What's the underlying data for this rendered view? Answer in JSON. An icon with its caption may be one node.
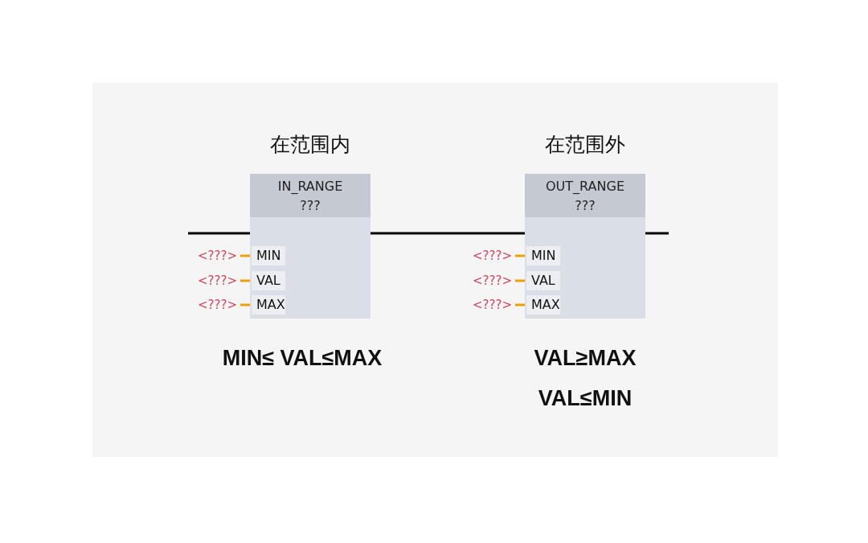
{
  "diagram": {
    "nodes": [
      {
        "text": [
          "在范围内",
          "IN_RANGE",
          "???"
        ],
        "beside": [
          "MIN≤ VAL≤MAX"
        ]
      },
      {
        "text": [
          "MIN"
        ],
        "in": 0
      },
      {
        "text": [
          "VAL"
        ],
        "in": 0
      },
      {
        "text": [
          "MAX"
        ],
        "in": 0
      },
      {
        "text": [
          "<???>"
        ]
      },
      {
        "text": [
          "<???>"
        ]
      },
      {
        "text": [
          "<???>"
        ]
      },
      {
        "text": [
          "在范围外",
          "OUT_RANGE",
          "???"
        ],
        "beside": [
          "VAL≥MAX",
          "VAL≤MIN"
        ]
      },
      {
        "text": [
          "MIN"
        ],
        "in": 7
      },
      {
        "text": [
          "VAL"
        ],
        "in": 7
      },
      {
        "text": [
          "MAX"
        ],
        "in": 7
      },
      {
        "text": [
          "<???>"
        ]
      },
      {
        "text": [
          "<???>"
        ]
      },
      {
        "text": [
          "<???>"
        ]
      }
    ],
    "edges": [
      {
        "from": null,
        "to": 0,
        "arrow": "none",
        "color": "#000000"
      },
      {
        "from": 0,
        "to": 7,
        "arrow": "none",
        "color": "#000000"
      },
      {
        "from": 7,
        "to": null,
        "arrow": "none",
        "color": "#000000"
      },
      {
        "from": 4,
        "to": 1,
        "arrow": "none"
      },
      {
        "from": 5,
        "to": 2,
        "arrow": "none"
      },
      {
        "from": 6,
        "to": 3,
        "arrow": "none"
      },
      {
        "from": 11,
        "to": 8,
        "arrow": "none"
      },
      {
        "from": 12,
        "to": 9,
        "arrow": "none"
      },
      {
        "from": 13,
        "to": 10,
        "arrow": "none"
      }
    ]
  }
}
